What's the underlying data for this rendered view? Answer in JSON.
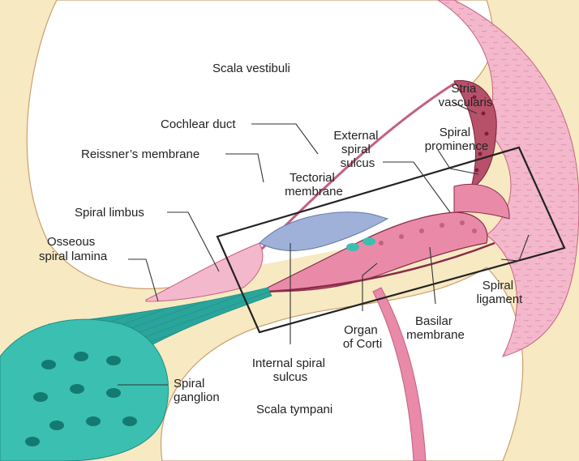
{
  "labels": {
    "scala_vestibuli": "Scala vestibuli",
    "stria_vascularis": [
      "Stria",
      "vascularis"
    ],
    "cochlear_duct": "Cochlear duct",
    "external_spiral_sulcus": [
      "External",
      "spiral",
      "sulcus"
    ],
    "spiral_prominence": [
      "Spiral",
      "prominence"
    ],
    "reissners_membrane": "Reissner’s membrane",
    "tectorial_membrane": [
      "Tectorial",
      "membrane"
    ],
    "spiral_limbus": "Spiral limbus",
    "osseous_spiral_lamina": [
      "Osseous",
      "spiral lamina"
    ],
    "spiral_ligament": [
      "Spiral",
      "ligament"
    ],
    "basilar_membrane": [
      "Basilar",
      "membrane"
    ],
    "organ_of_corti": [
      "Organ",
      "of Corti"
    ],
    "internal_spiral_sulcus": [
      "Internal spiral",
      "sulcus"
    ],
    "spiral_ganglion": [
      "Spiral",
      "ganglion"
    ],
    "scala_tympani": "Scala tympani"
  },
  "colors": {
    "bone": "#f7e9c2",
    "ligament_pink": "#f4b8cc",
    "membrane_pink": "#e88aa8",
    "tectorial_blue": "#9fb1d8",
    "ganglion_teal": "#3bbfb0",
    "nerve_teal": "#2aa59b",
    "stria_brown": "#b7516a",
    "outline": "#8a2a4a"
  }
}
